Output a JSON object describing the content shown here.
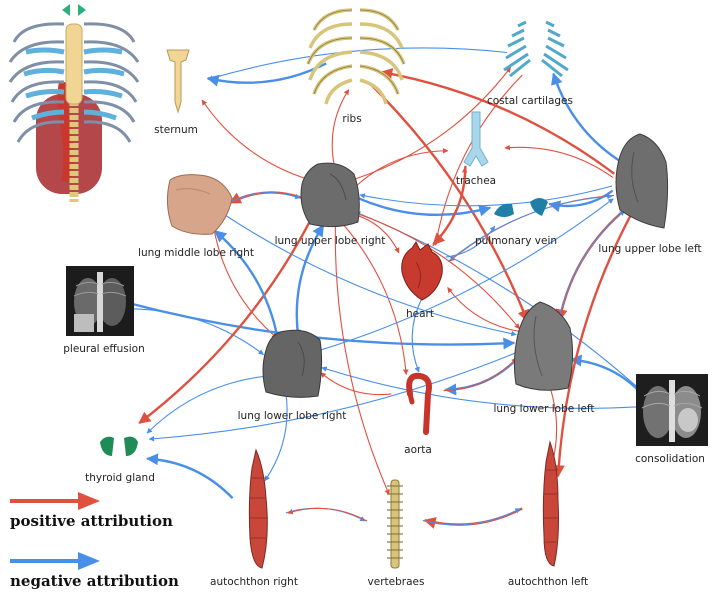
{
  "legend": {
    "positive": {
      "label": "positive attribution",
      "color": "#e0503f"
    },
    "negative": {
      "label": "negative attribution",
      "color": "#4a8fe7"
    }
  },
  "nodes": [
    {
      "id": "sternum",
      "label": "sternum",
      "icon": "sternum-icon"
    },
    {
      "id": "ribs",
      "label": "ribs",
      "icon": "ribs-icon"
    },
    {
      "id": "costal",
      "label": "costal cartilages",
      "icon": "costal-cartilages-icon"
    },
    {
      "id": "trachea",
      "label": "trachea",
      "icon": "trachea-icon"
    },
    {
      "id": "lml",
      "label": "lung middle lobe right",
      "icon": "lung-middle-lobe-right-icon"
    },
    {
      "id": "lur",
      "label": "lung upper lobe right",
      "icon": "lung-upper-lobe-right-icon"
    },
    {
      "id": "pv",
      "label": "pulmonary vein",
      "icon": "pulmonary-vein-icon"
    },
    {
      "id": "lul",
      "label": "lung upper lobe left",
      "icon": "lung-upper-lobe-left-icon"
    },
    {
      "id": "heart",
      "label": "heart",
      "icon": "heart-icon"
    },
    {
      "id": "pe",
      "label": "pleural effusion",
      "icon": "pleural-effusion-xray-icon"
    },
    {
      "id": "llr",
      "label": "lung lower lobe right",
      "icon": "lung-lower-lobe-right-icon"
    },
    {
      "id": "aorta",
      "label": "aorta",
      "icon": "aorta-icon"
    },
    {
      "id": "lll",
      "label": "lung lower lobe left",
      "icon": "lung-lower-lobe-left-icon"
    },
    {
      "id": "cons",
      "label": "consolidation",
      "icon": "consolidation-xray-icon"
    },
    {
      "id": "thy",
      "label": "thyroid gland",
      "icon": "thyroid-gland-icon"
    },
    {
      "id": "ar",
      "label": "autochthon right",
      "icon": "autochthon-right-icon"
    },
    {
      "id": "vert",
      "label": "vertebraes",
      "icon": "vertebraes-icon"
    },
    {
      "id": "al",
      "label": "autochthon left",
      "icon": "autochthon-left-icon"
    }
  ],
  "edges": [
    {
      "from": "ribs",
      "to": "sternum",
      "type": "negative"
    },
    {
      "from": "costal",
      "to": "sternum",
      "type": "negative"
    },
    {
      "from": "lur",
      "to": "sternum",
      "type": "positive"
    },
    {
      "from": "lul",
      "to": "ribs",
      "type": "positive"
    },
    {
      "from": "lur",
      "to": "ribs",
      "type": "positive"
    },
    {
      "from": "lur",
      "to": "costal",
      "type": "positive"
    },
    {
      "from": "lul",
      "to": "costal",
      "type": "negative"
    },
    {
      "from": "lul",
      "to": "trachea",
      "type": "positive"
    },
    {
      "from": "lur",
      "to": "trachea",
      "type": "positive"
    },
    {
      "from": "lur",
      "to": "lml",
      "type": "positive"
    },
    {
      "from": "lml",
      "to": "lur",
      "type": "negative"
    },
    {
      "from": "heart",
      "to": "pv",
      "type": "negative"
    },
    {
      "from": "lul",
      "to": "pv",
      "type": "negative"
    },
    {
      "from": "lul",
      "to": "heart",
      "type": "positive"
    },
    {
      "from": "lur",
      "to": "heart",
      "type": "positive"
    },
    {
      "from": "lul",
      "to": "lll",
      "type": "positive"
    },
    {
      "from": "lll",
      "to": "lul",
      "type": "negative"
    },
    {
      "from": "lur",
      "to": "llr",
      "type": "negative"
    },
    {
      "from": "llr",
      "to": "lur",
      "type": "negative"
    },
    {
      "from": "lml",
      "to": "llr",
      "type": "positive"
    },
    {
      "from": "pe",
      "to": "llr",
      "type": "negative"
    },
    {
      "from": "pe",
      "to": "lll",
      "type": "negative"
    },
    {
      "from": "lur",
      "to": "aorta",
      "type": "positive"
    },
    {
      "from": "heart",
      "to": "aorta",
      "type": "negative"
    },
    {
      "from": "lll",
      "to": "aorta",
      "type": "negative"
    },
    {
      "from": "aorta",
      "to": "lll",
      "type": "positive"
    },
    {
      "from": "aorta",
      "to": "llr",
      "type": "positive"
    },
    {
      "from": "cons",
      "to": "lll",
      "type": "negative"
    },
    {
      "from": "cons",
      "to": "llr",
      "type": "negative"
    },
    {
      "from": "cons",
      "to": "lur",
      "type": "negative"
    },
    {
      "from": "lur",
      "to": "thy",
      "type": "positive"
    },
    {
      "from": "llr",
      "to": "thy",
      "type": "negative"
    },
    {
      "from": "lll",
      "to": "thy",
      "type": "negative"
    },
    {
      "from": "ar",
      "to": "thy",
      "type": "negative"
    },
    {
      "from": "ar",
      "to": "vert",
      "type": "negative"
    },
    {
      "from": "vert",
      "to": "ar",
      "type": "positive"
    },
    {
      "from": "al",
      "to": "vert",
      "type": "positive"
    },
    {
      "from": "vert",
      "to": "al",
      "type": "negative"
    },
    {
      "from": "lll",
      "to": "al",
      "type": "positive"
    },
    {
      "from": "lul",
      "to": "al",
      "type": "positive"
    },
    {
      "from": "llr",
      "to": "ar",
      "type": "negative"
    },
    {
      "from": "lur",
      "to": "vert",
      "type": "positive"
    },
    {
      "from": "ribs",
      "to": "lll",
      "type": "positive"
    },
    {
      "from": "lml",
      "to": "lll",
      "type": "negative"
    },
    {
      "from": "lur",
      "to": "lll",
      "type": "positive"
    },
    {
      "from": "lur",
      "to": "pv",
      "type": "negative"
    },
    {
      "from": "heart",
      "to": "lul",
      "type": "negative"
    },
    {
      "from": "costal",
      "to": "heart",
      "type": "positive"
    },
    {
      "from": "trachea",
      "to": "heart",
      "type": "positive"
    },
    {
      "from": "heart",
      "to": "trachea",
      "type": "positive"
    },
    {
      "from": "lll",
      "to": "heart",
      "type": "positive"
    },
    {
      "from": "llr",
      "to": "lml",
      "type": "negative"
    },
    {
      "from": "lul",
      "to": "lur",
      "type": "negative"
    },
    {
      "from": "llr",
      "to": "lul",
      "type": "negative"
    }
  ]
}
